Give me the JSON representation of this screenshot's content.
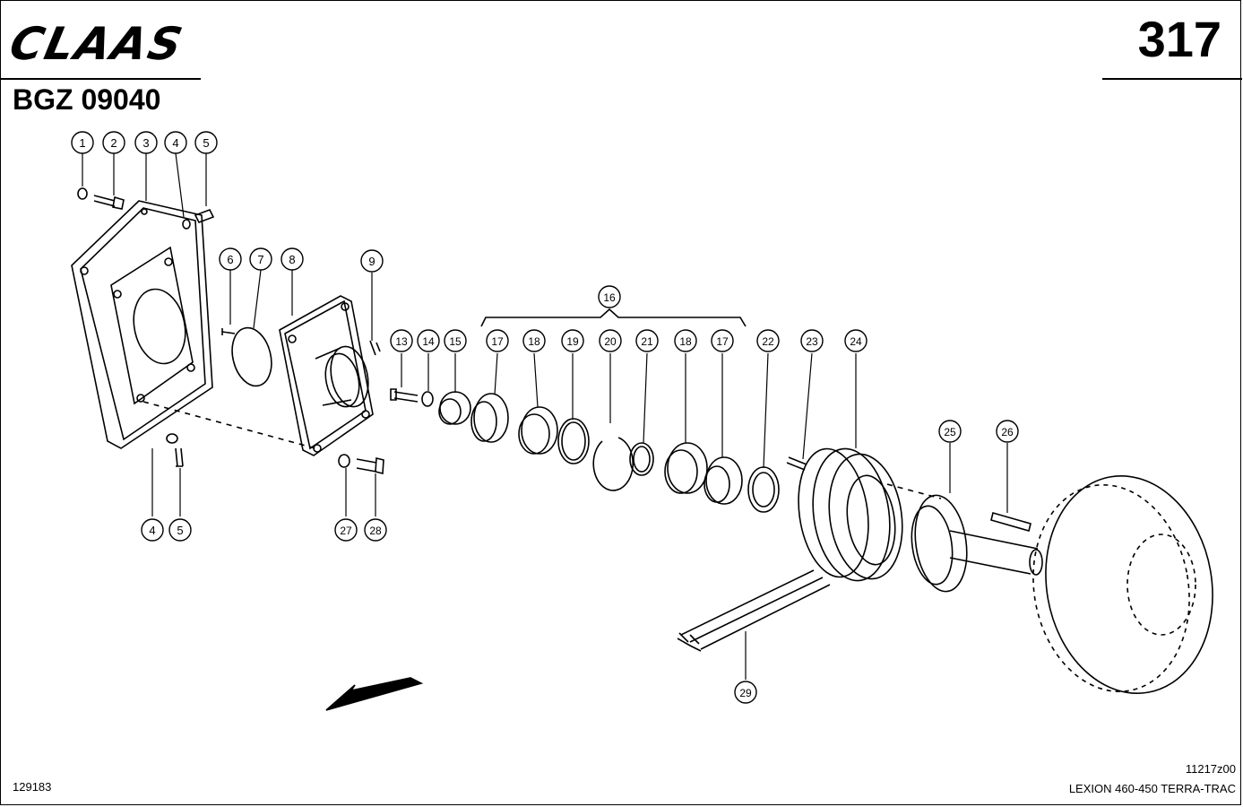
{
  "header": {
    "brand": "CLAAS",
    "page_number": "317",
    "group_code": "BGZ 09040"
  },
  "footer": {
    "doc_number": "129183",
    "drawing_ref": "11217z00",
    "model": "LEXION 460-450 TERRA-TRAC"
  },
  "callouts": [
    "1",
    "2",
    "3",
    "4",
    "5",
    "6",
    "7",
    "8",
    "9",
    "13",
    "14",
    "15",
    "16",
    "17",
    "18",
    "19",
    "20",
    "21",
    "18",
    "17",
    "22",
    "23",
    "24",
    "25",
    "26",
    "4",
    "5",
    "27",
    "28",
    "29"
  ],
  "colors": {
    "ink": "#000000",
    "paper": "#ffffff"
  }
}
